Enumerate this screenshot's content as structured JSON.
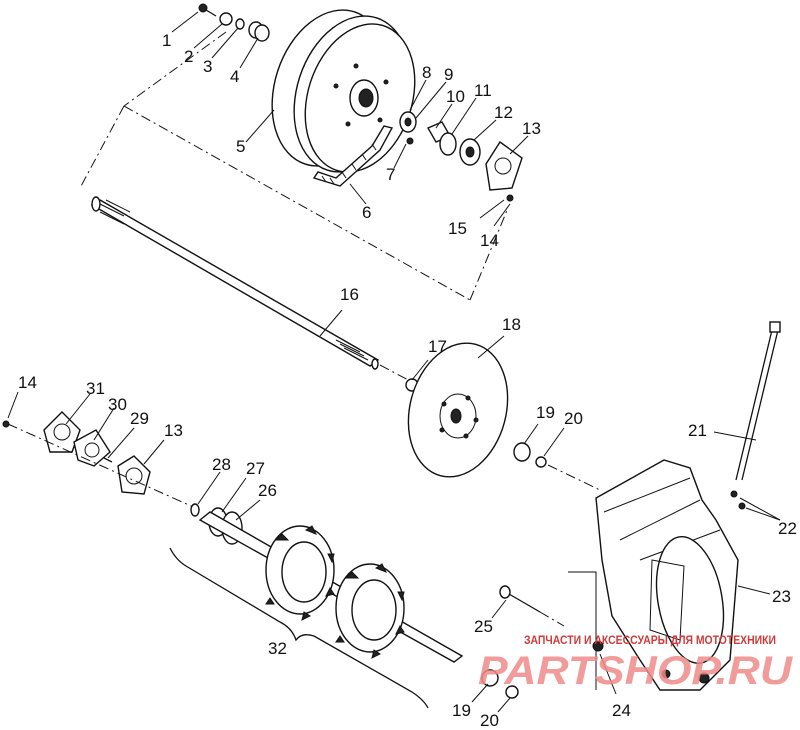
{
  "callouts": [
    {
      "id": "1",
      "text": "1"
    },
    {
      "id": "2",
      "text": "2"
    },
    {
      "id": "3",
      "text": "3"
    },
    {
      "id": "4",
      "text": "4"
    },
    {
      "id": "5",
      "text": "5"
    },
    {
      "id": "6",
      "text": "6"
    },
    {
      "id": "7",
      "text": "7"
    },
    {
      "id": "8",
      "text": "8"
    },
    {
      "id": "9",
      "text": "9"
    },
    {
      "id": "10",
      "text": "10"
    },
    {
      "id": "11",
      "text": "11"
    },
    {
      "id": "12",
      "text": "12"
    },
    {
      "id": "13a",
      "text": "13"
    },
    {
      "id": "14a",
      "text": "14"
    },
    {
      "id": "15",
      "text": "15"
    },
    {
      "id": "16",
      "text": "16"
    },
    {
      "id": "17",
      "text": "17"
    },
    {
      "id": "18",
      "text": "18"
    },
    {
      "id": "19a",
      "text": "19"
    },
    {
      "id": "20a",
      "text": "20"
    },
    {
      "id": "21",
      "text": "21"
    },
    {
      "id": "22",
      "text": "22"
    },
    {
      "id": "23",
      "text": "23"
    },
    {
      "id": "24",
      "text": "24"
    },
    {
      "id": "25",
      "text": "25"
    },
    {
      "id": "26",
      "text": "26"
    },
    {
      "id": "27",
      "text": "27"
    },
    {
      "id": "28",
      "text": "28"
    },
    {
      "id": "29",
      "text": "29"
    },
    {
      "id": "30",
      "text": "30"
    },
    {
      "id": "31",
      "text": "31"
    },
    {
      "id": "13b",
      "text": "13"
    },
    {
      "id": "14b",
      "text": "14"
    },
    {
      "id": "32",
      "text": "32"
    },
    {
      "id": "19b",
      "text": "19"
    },
    {
      "id": "20b",
      "text": "20"
    }
  ],
  "watermark": {
    "tagline": "ЗАПЧАСТИ И АКСЕССУАРЫ ДЛЯ МОТОТЕХНИКИ",
    "brand": "PARTSHOP.RU"
  }
}
